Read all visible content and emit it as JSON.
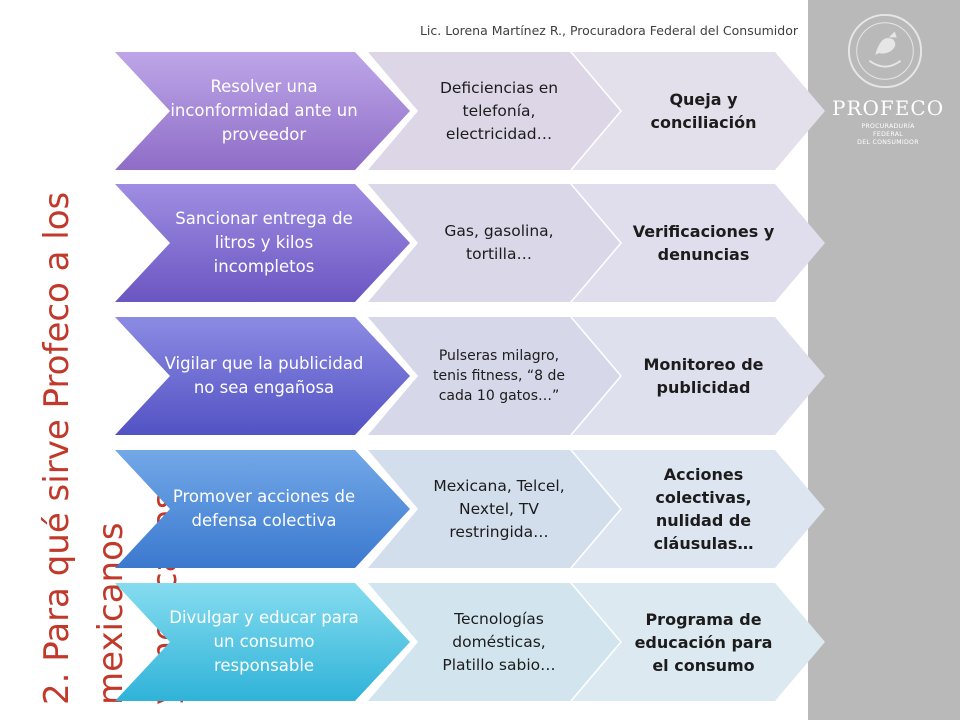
{
  "header": {
    "credit": "Lic. Lorena Martínez R., Procuradora Federal del Consumidor"
  },
  "title": {
    "number": "2.",
    "line1": "Para qué sirve Profeco a los mexicanos",
    "line2": "y mexicanas."
  },
  "logo": {
    "name": "PROFECO",
    "subtitle_line1": "PROCURADURÍA FEDERAL",
    "subtitle_line2": "DEL CONSUMIDOR"
  },
  "rows": [
    {
      "purpose": "Resolver una inconformidad ante un proveedor",
      "examples": "Deficiencias en telefonía, electricidad…",
      "action": "Queja y conciliación",
      "colors": {
        "purpose": "#8f6dc7",
        "purpose_light": "#bda6e8",
        "examples": "#dcd6e7",
        "action": "#e3dfeb"
      }
    },
    {
      "purpose": "Sancionar entrega de litros y kilos incompletos",
      "examples": "Gas, gasolina, tortilla…",
      "action": "Verificaciones y denuncias",
      "colors": {
        "purpose": "#6b56c2",
        "purpose_light": "#9f8ee2",
        "examples": "#d9d7e8",
        "action": "#e0deec"
      }
    },
    {
      "purpose": "Vigilar que la publicidad no sea engañosa",
      "examples": "Pulseras milagro, tenis fitness, “8 de cada 10 gatos…”",
      "action": "Monitoreo de publicidad",
      "colors": {
        "purpose": "#5352c4",
        "purpose_light": "#8c8be3",
        "examples": "#d6d8ea",
        "action": "#dfe0ee"
      }
    },
    {
      "purpose": "Promover acciones de defensa colectiva",
      "examples": "Mexicana, Telcel, Nextel, TV restringida…",
      "action": "Acciones colectivas, nulidad de cláusulas…",
      "colors": {
        "purpose": "#3b79cf",
        "purpose_light": "#73a8e8",
        "examples": "#d3deec",
        "action": "#dde5f0"
      }
    },
    {
      "purpose": "Divulgar y educar para un consumo responsable",
      "examples": "Tecnologías domésticas, Platillo sabio…",
      "action": "Programa de educación para el consumo",
      "colors": {
        "purpose": "#2fb3d8",
        "purpose_light": "#86dcf0",
        "examples": "#d2e5ee",
        "action": "#dce9f0"
      }
    }
  ]
}
